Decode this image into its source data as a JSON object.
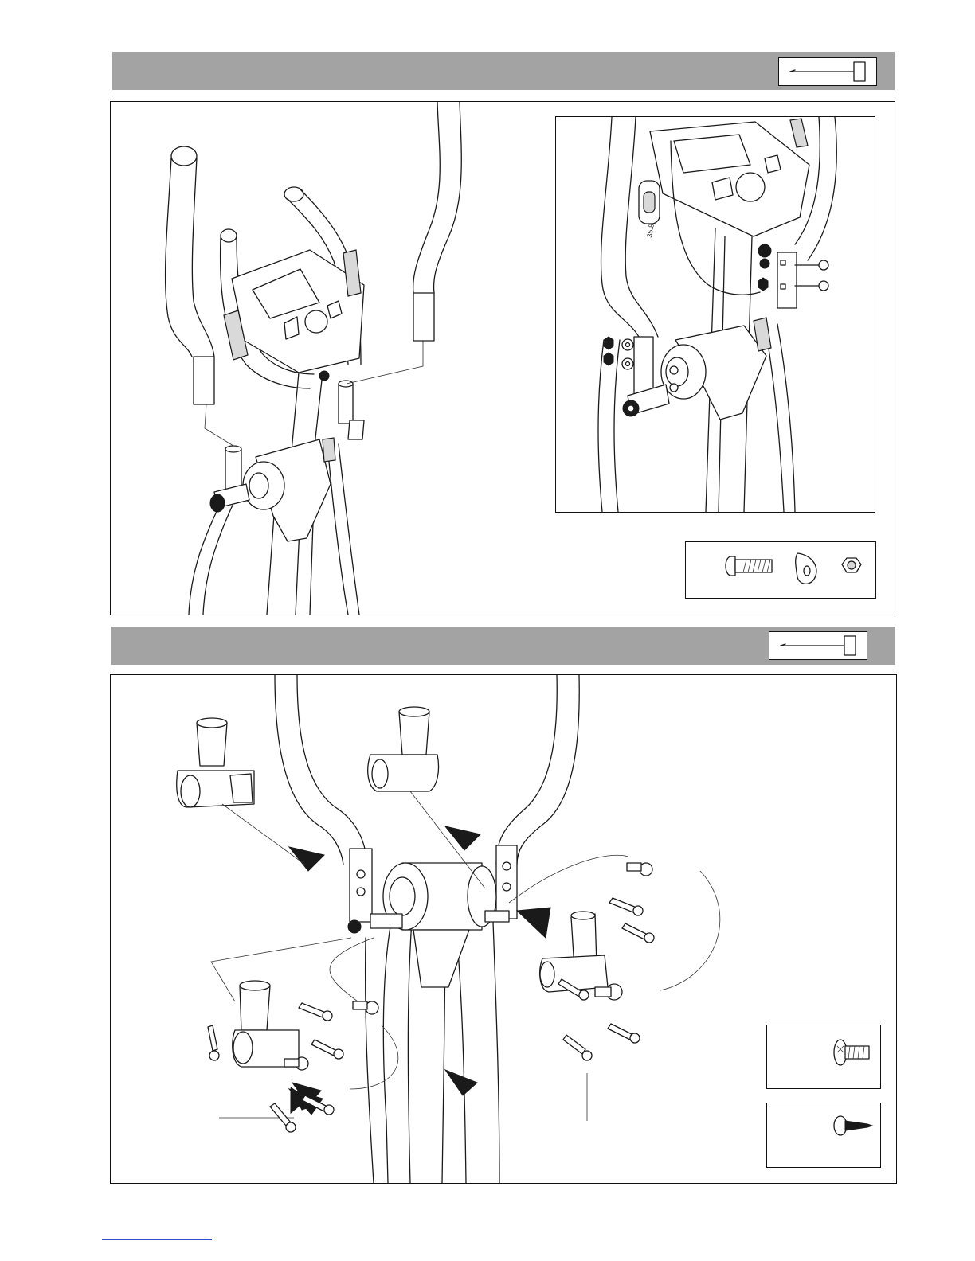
{
  "steps": [
    {
      "tool_icon": "allen-key-icon",
      "main_view": "handlebar-assembly",
      "detail_view": "handlebar-bolt-detail",
      "hardware": [
        "carriage-bolt-icon",
        "curved-washer-icon",
        "nylon-nut-icon"
      ]
    },
    {
      "tool_icon": "allen-key-icon",
      "main_view": "cover-assembly",
      "hardware": [
        "flange-screw-icon",
        "tapping-screw-icon"
      ]
    }
  ],
  "detail_view_text": {
    "mark": "35.8"
  },
  "colors": {
    "header_bar": "#a3a3a3",
    "line": "#1a1a1a",
    "footer_link": "#2e4fd6"
  }
}
